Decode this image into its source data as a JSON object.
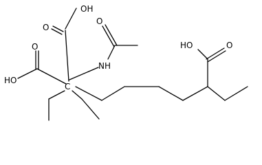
{
  "molecule": {
    "labels": {
      "oh_top": "OH",
      "oh_right": "HO",
      "o_top": "O",
      "o_left": "O",
      "ho_left": "HO",
      "nh": "NH",
      "o_acetyl": "O",
      "o_right": "O",
      "center": "C"
    },
    "colors": {
      "line": "#000000",
      "background": "#ffffff"
    }
  }
}
